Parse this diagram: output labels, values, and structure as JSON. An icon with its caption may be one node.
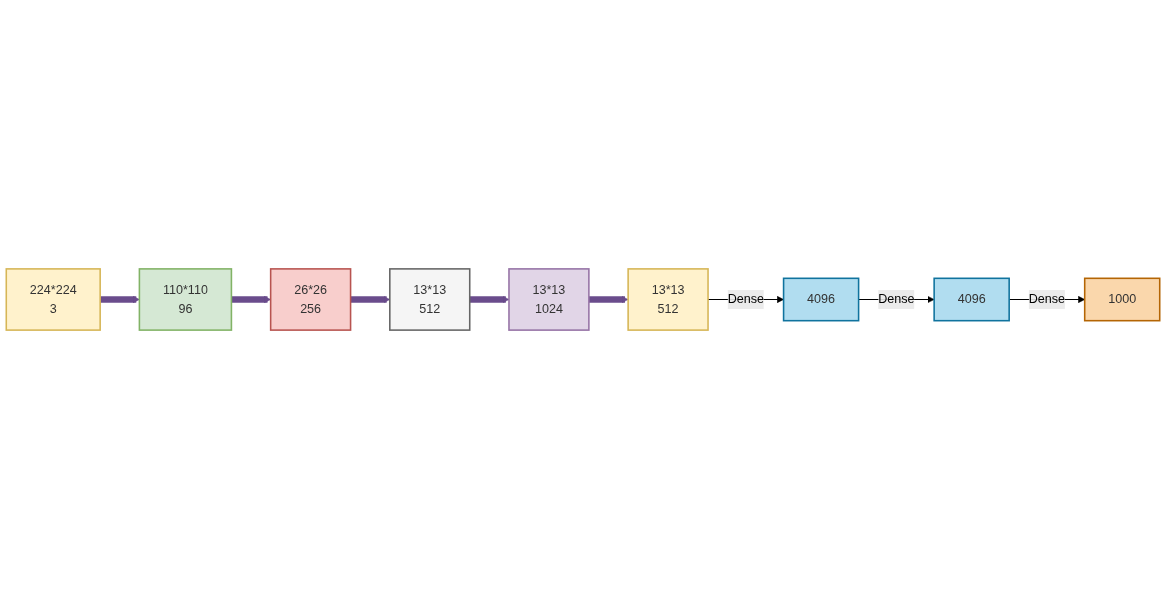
{
  "diagram": {
    "nodes": [
      {
        "text": [
          "224*224",
          "3"
        ]
      },
      {
        "text": [
          "110*110",
          "96"
        ]
      },
      {
        "text": [
          "26*26",
          "256"
        ]
      },
      {
        "text": [
          "13*13",
          "512"
        ]
      },
      {
        "text": [
          "13*13",
          "1024"
        ]
      },
      {
        "text": [
          "13*13",
          "512"
        ]
      },
      {
        "text": [
          "4096"
        ]
      },
      {
        "text": [
          "4096"
        ]
      },
      {
        "text": [
          "1000"
        ]
      }
    ],
    "edges": [
      {
        "from": 0,
        "to": 1,
        "arrow": "to"
      },
      {
        "from": 1,
        "to": 2,
        "arrow": "to"
      },
      {
        "from": 2,
        "to": 3,
        "arrow": "to"
      },
      {
        "from": 3,
        "to": 4,
        "arrow": "to"
      },
      {
        "from": 4,
        "to": 5,
        "arrow": "to"
      },
      {
        "from": 5,
        "to": 6,
        "arrow": "to",
        "label": "Dense",
        "color": "#000000"
      },
      {
        "from": 6,
        "to": 7,
        "arrow": "to",
        "label": "Dense",
        "color": "#000000"
      },
      {
        "from": 7,
        "to": 8,
        "arrow": "to",
        "label": "Dense",
        "color": "#000000"
      }
    ]
  }
}
